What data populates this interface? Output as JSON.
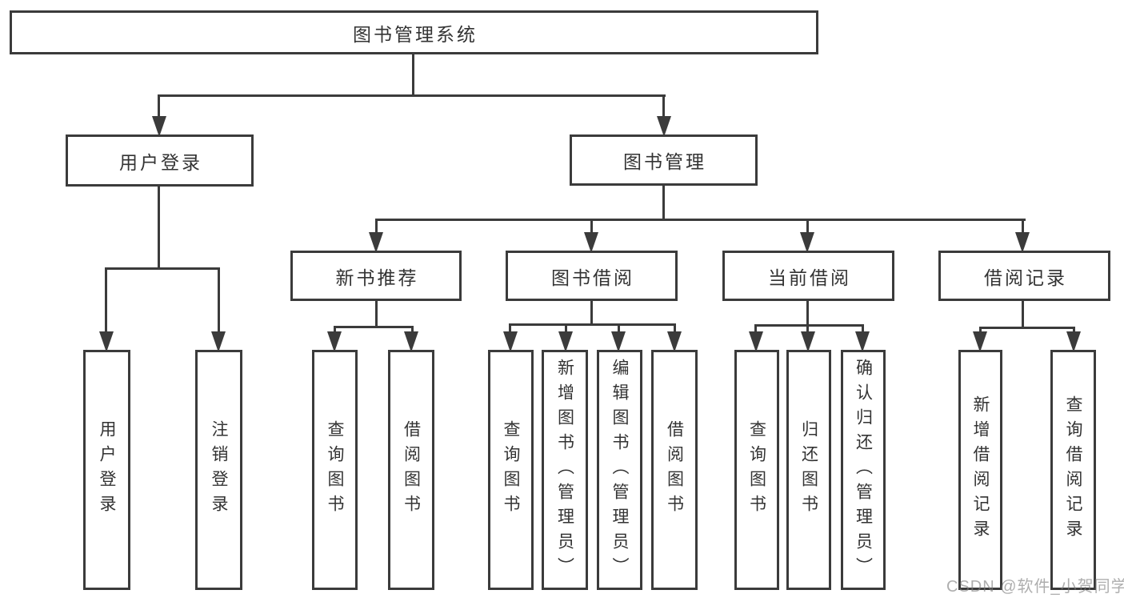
{
  "diagram": {
    "root": {
      "label": "图书管理系统"
    },
    "level2": [
      {
        "label": "用户登录"
      },
      {
        "label": "图书管理"
      }
    ],
    "level3": [
      {
        "label": "新书推荐",
        "parent": "图书管理"
      },
      {
        "label": "图书借阅",
        "parent": "图书管理"
      },
      {
        "label": "当前借阅",
        "parent": "图书管理"
      },
      {
        "label": "借阅记录",
        "parent": "图书管理"
      }
    ],
    "leaves": [
      {
        "label": "用户登录",
        "parent": "用户登录"
      },
      {
        "label": "注销登录",
        "parent": "用户登录"
      },
      {
        "label": "查询图书",
        "parent": "新书推荐"
      },
      {
        "label": "借阅图书",
        "parent": "新书推荐"
      },
      {
        "label": "查询图书",
        "parent": "图书借阅"
      },
      {
        "label": "新增图书（管理员）",
        "parent": "图书借阅"
      },
      {
        "label": "编辑图书（管理员）",
        "parent": "图书借阅"
      },
      {
        "label": "借阅图书",
        "parent": "图书借阅"
      },
      {
        "label": "查询图书",
        "parent": "当前借阅"
      },
      {
        "label": "归还图书",
        "parent": "当前借阅"
      },
      {
        "label": "确认归还（管理员）",
        "parent": "当前借阅"
      },
      {
        "label": "新增借阅记录",
        "parent": "借阅记录"
      },
      {
        "label": "查询借阅记录",
        "parent": "借阅记录"
      }
    ]
  },
  "watermark": {
    "text": "CSDN @软件_小贺同学"
  },
  "colors": {
    "box_border": "#3b3b3b",
    "connector": "#3b3b3b",
    "text": "#333333",
    "background": "#ffffff",
    "watermark": "#9c9c9c"
  }
}
